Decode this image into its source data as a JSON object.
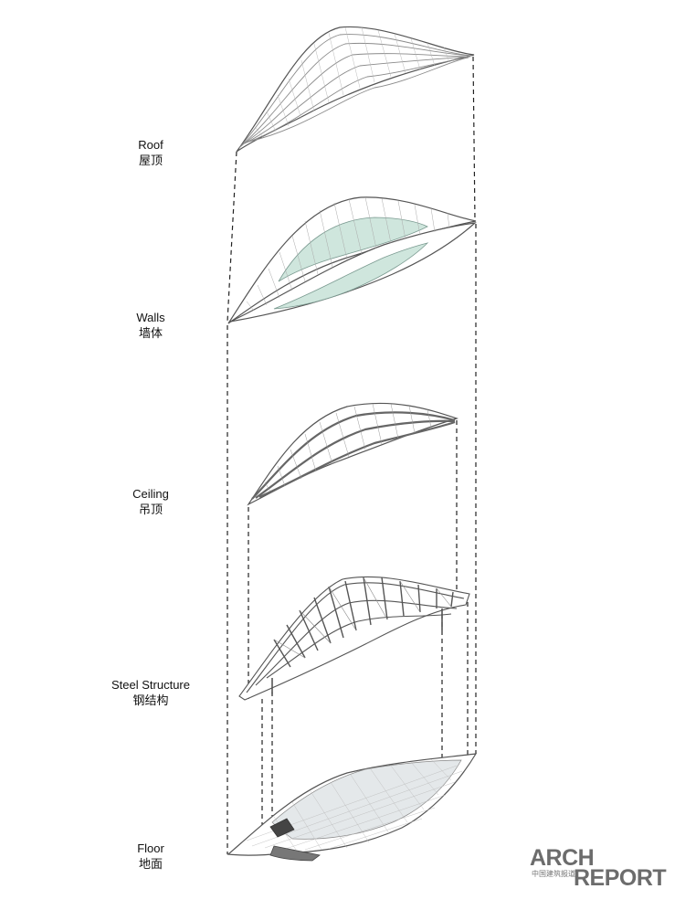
{
  "layers": [
    {
      "id": "roof",
      "en": "Roof",
      "cn": "屋顶"
    },
    {
      "id": "walls",
      "en": "Walls",
      "cn": "墙体"
    },
    {
      "id": "ceiling",
      "en": "Ceiling",
      "cn": "吊顶"
    },
    {
      "id": "steel",
      "en": "Steel Structure",
      "cn": "钢结构"
    },
    {
      "id": "floor",
      "en": "Floor",
      "cn": "地面"
    }
  ],
  "watermark": {
    "line1": "ARCH",
    "line2": "REPORT",
    "cn": "中国建筑报道"
  },
  "colors": {
    "line": "#555555",
    "glass": "#cfe6dd",
    "floor": "#e4e8ea",
    "watermark": "#6c6c6c"
  }
}
